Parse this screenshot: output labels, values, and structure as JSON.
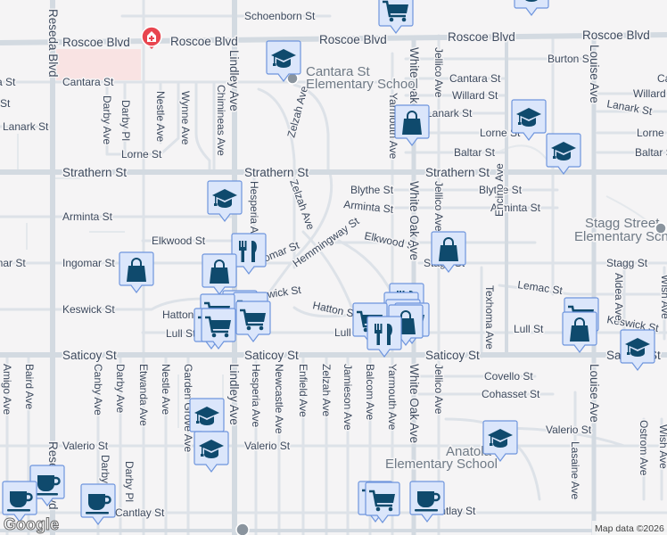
{
  "streets": {
    "schoenborn": "Schoenborn St",
    "roscoe": "Roscoe Blvd",
    "cantara": "Cantara St",
    "burton": "Burton St",
    "willard": "Willard St",
    "lanark": "Lanark St",
    "lorne": "Lorne St",
    "baltar": "Baltar St",
    "strathern": "Strathern St",
    "blythe": "Blythe St",
    "arminta": "Arminta St",
    "elkwood": "Elkwood St",
    "ingomar": "Ingomar St",
    "stagg": "Stagg St",
    "hemmingway": "Hemmingway St",
    "keswick": "Keswick St",
    "hatton": "Hatton St",
    "lull": "Lull St",
    "lemac": "Lemac St",
    "saticoy": "Saticoy St",
    "covello": "Covello St",
    "cohasset": "Cohasset St",
    "valerio": "Valerio St",
    "cantlay": "Cantlay St",
    "reseda": "Reseda Blvd",
    "lindley": "Lindley Ave",
    "white_oak": "White Oak Ave",
    "jellico": "Jellico Ave",
    "yarmouth": "Yarmouth Ave",
    "darby_ave": "Darby Ave",
    "darby_pl": "Darby Pl",
    "nestle": "Nestle Ave",
    "wynne": "Wynne Ave",
    "chimineas": "Chimineas Ave",
    "zelzah": "Zelzah Ave",
    "hesperia": "Hesperia Ave",
    "encino": "Encino Ave",
    "texhoma": "Texhoma Ave",
    "louise": "Louise Ave",
    "aldea": "Aldea Ave",
    "wish": "Wish Ave",
    "amigo": "Amigo Ave",
    "baird": "Baird Ave",
    "canby": "Canby Ave",
    "etwanda": "Etwanda Ave",
    "garden_grove": "Garden Grove Ave",
    "newcastle": "Newcastle Ave",
    "enfield": "Enfield Ave",
    "jamieson": "Jamieson Ave",
    "balcom": "Balcom Ave",
    "lasaine": "Lasaine Ave",
    "ostrom": "Ostrom Ave"
  },
  "places": {
    "cantara_school_1": "Cantara St",
    "cantara_school_2": "Elementary School",
    "stagg_school_1": "Stagg Street",
    "stagg_school_2": "Elementary School",
    "anatola_school_1": "Anatola",
    "anatola_school_2": "Elementary School"
  },
  "marker_icons": [
    "school-icon",
    "shopping-bag-icon",
    "shopping-cart-icon",
    "restaurant-icon",
    "cafe-icon",
    "hospital-icon"
  ],
  "colors": {
    "marker_fill": "#dbe6fb",
    "marker_border": "#6e95dd",
    "marker_icon": "#0f4a6d",
    "hospital": "#e8454f",
    "commercial_area": "#f9e3e3"
  },
  "footer": {
    "logo": "Google",
    "attribution": "Map data ©2026"
  }
}
